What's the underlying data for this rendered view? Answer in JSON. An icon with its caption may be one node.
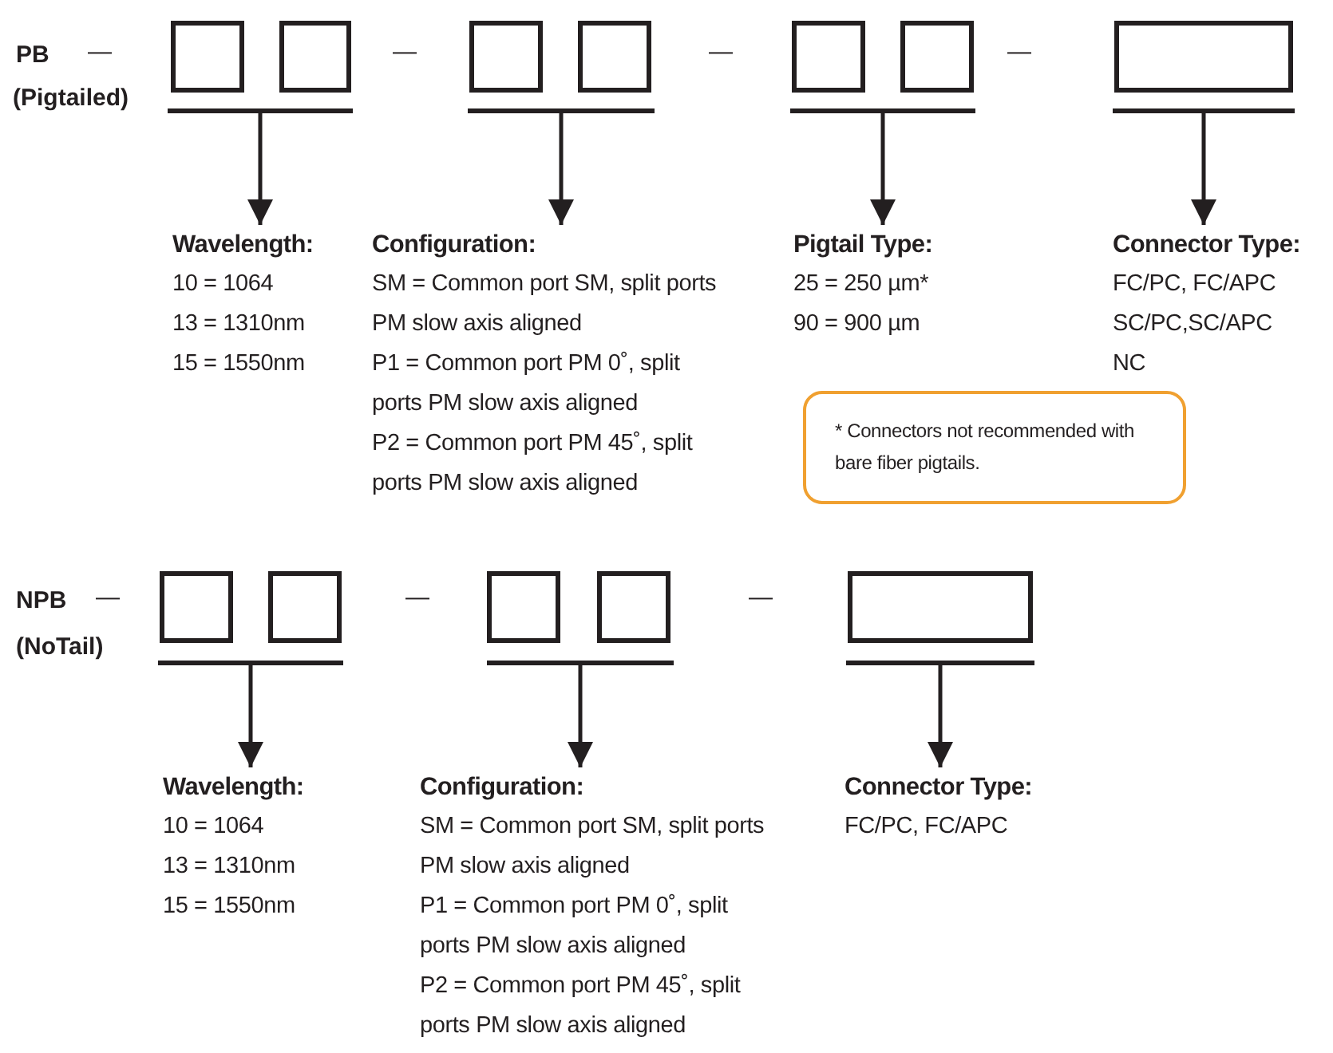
{
  "diagram": {
    "nodes": [
      {
        "text": [],
        "shape": "box"
      },
      {
        "text": [],
        "shape": "box"
      },
      {
        "text": [],
        "shape": "bar"
      },
      {
        "text": [],
        "shape": "box"
      },
      {
        "text": [],
        "shape": "box"
      },
      {
        "text": [],
        "shape": "bar"
      },
      {
        "text": [],
        "shape": "box"
      },
      {
        "text": [],
        "shape": "box"
      },
      {
        "text": [],
        "shape": "bar"
      },
      {
        "text": [],
        "shape": "box"
      },
      {
        "text": [],
        "shape": "bar"
      },
      {
        "text": [
          "Wavelength:",
          "10 = 1064",
          "13 = 1310nm",
          "15 = 1550nm"
        ]
      },
      {
        "text": [
          "Configuration:",
          "SM = Common port SM, split ports PM slow axis aligned",
          "P1 = Common port PM 0˚, split ports PM slow axis aligned",
          "P2 = Common port PM 45˚, split ports PM slow axis aligned"
        ]
      },
      {
        "text": [
          "Pigtail Type:",
          "25 = 250 µm*",
          "90 = 900 µm"
        ]
      },
      {
        "text": [
          "Connector Type:",
          "FC/PC, FC/APC",
          "SC/PC,SC/APC",
          "NC"
        ]
      },
      {
        "text": [
          "* Connectors not recommended with bare fiber pigtails."
        ]
      },
      {
        "text": [],
        "shape": "box"
      },
      {
        "text": [],
        "shape": "box"
      },
      {
        "text": [],
        "shape": "bar"
      },
      {
        "text": [],
        "shape": "box"
      },
      {
        "text": [],
        "shape": "box"
      },
      {
        "text": [],
        "shape": "bar"
      },
      {
        "text": [],
        "shape": "box"
      },
      {
        "text": [],
        "shape": "bar"
      },
      {
        "text": [
          "Wavelength:",
          "10 = 1064",
          "13 = 1310nm",
          "15 = 1550nm"
        ]
      },
      {
        "text": [
          "Configuration:",
          "SM = Common port SM, split ports PM slow axis aligned",
          "P1 = Common port PM 0˚, split ports PM slow axis aligned",
          "P2 = Common port PM 45˚, split ports PM slow axis aligned"
        ]
      },
      {
        "text": [
          "Connector Type:",
          "FC/PC, FC/APC"
        ]
      }
    ],
    "edges": [
      {
        "from": 2,
        "to": 11,
        "arrow": "to"
      },
      {
        "from": 5,
        "to": 12,
        "arrow": "to"
      },
      {
        "from": 8,
        "to": 13,
        "arrow": "to"
      },
      {
        "from": 10,
        "to": 14,
        "arrow": "to"
      },
      {
        "from": 18,
        "to": 24,
        "arrow": "to"
      },
      {
        "from": 21,
        "to": 25,
        "arrow": "to"
      },
      {
        "from": 23,
        "to": 26,
        "arrow": "to"
      }
    ],
    "labels": [
      "PB",
      "—",
      "(Pigtailed)",
      "—",
      "—",
      "—",
      "NPB",
      "—",
      "(NoTail)",
      "—",
      "—"
    ]
  }
}
